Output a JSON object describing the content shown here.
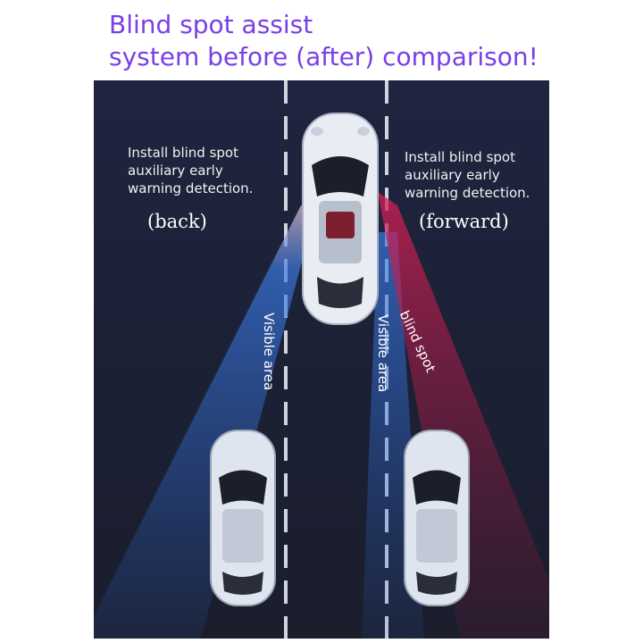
{
  "title": {
    "line1": "Blind spot assist",
    "line2": "system before (after) comparison!"
  },
  "colors": {
    "title": "#7a3fe6",
    "road": "#1d2238",
    "visible_beam": "#2f6fd6",
    "blind_beam": "#c0194a",
    "car_body": "#e9edf3"
  },
  "left_note": {
    "line1": "Install blind spot",
    "line2": "auxiliary early",
    "line3": "warning detection.",
    "tag": "(back)"
  },
  "right_note": {
    "line1": "Install blind spot",
    "line2": "auxiliary early",
    "line3": "warning detection.",
    "tag": "(forward)"
  },
  "labels": {
    "visible_left": "Visible area",
    "visible_right": "Visible area",
    "blind_spot": "blind spot"
  }
}
